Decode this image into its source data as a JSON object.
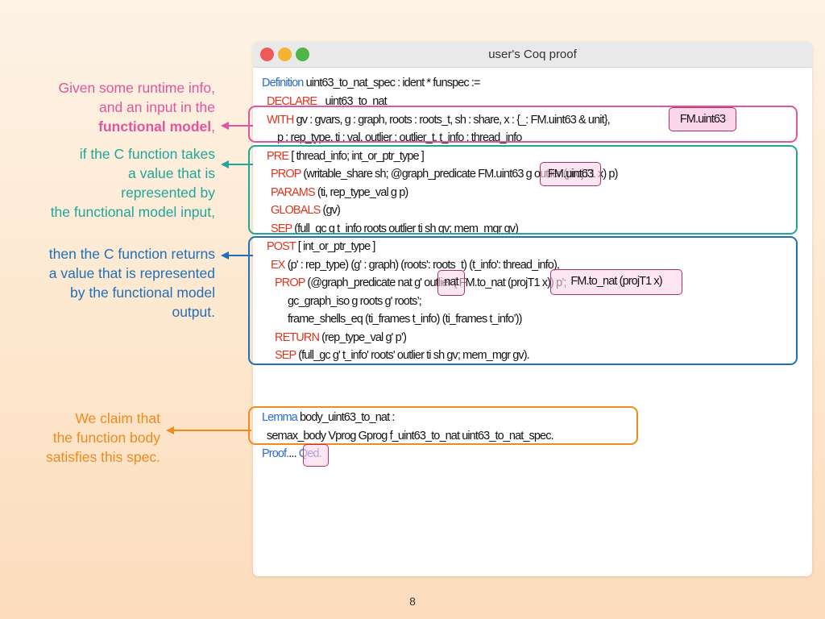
{
  "annotations": {
    "model": {
      "line1": "Given some runtime info,",
      "line2": "and an input in the",
      "line3_bold": "functional model",
      "line3_tail": ","
    },
    "input": {
      "line1": "if the C function takes",
      "line2": "a value that is",
      "line3": "represented by",
      "line4": "the functional model input,"
    },
    "output": {
      "line1": "then the C function returns",
      "line2": "a value that is represented",
      "line3": "by the functional model",
      "line4": "output."
    },
    "claim": {
      "line1": "We claim that",
      "line2": "the function body",
      "line3": "satisfies this spec."
    }
  },
  "window": {
    "title": "user's Coq proof"
  },
  "code": {
    "l1_kw": "Definition",
    "l1": "uint63_to_nat_spec : ident * funspec :=",
    "l2_kw": "DECLARE",
    "l2": "_uint63_to_nat",
    "l3_kw": "WITH",
    "l3": "gv : gvars, g : graph, roots : roots_t, sh : share, x : {_: FM.uint63 & unit},",
    "l4": "p : rep_type, ti : val, outlier : outlier_t, t_info : thread_info",
    "l5_kw": "PRE",
    "l5": "[ thread_info; int_or_ptr_type ]",
    "l6_kw": "PROP",
    "l6": "(writable_share sh; @graph_predicate FM.uint63 g outlier (projT1 x) p)",
    "l7_kw": "PARAMS",
    "l7": "(ti, rep_type_val g p)",
    "l8_kw": "GLOBALS",
    "l8": "(gv)",
    "l9_kw": "SEP",
    "l9": "(full_gc g t_info roots outlier ti sh gv; mem_mgr gv)",
    "l10_kw": "POST",
    "l10": "[ int_or_ptr_type ]",
    "l11_kw": "EX",
    "l11": "(p' : rep_type) (g' : graph) (roots': roots_t) (t_info': thread_info),",
    "l12_kw": "PROP",
    "l12": "(@graph_predicate nat g' outlier ( FM.to_nat (projT1 x)) p’;",
    "l13": "gc_graph_iso g roots g' roots’;",
    "l14": "frame_shells_eq (ti_frames t_info) (ti_frames t_info’))",
    "l15_kw": "RETURN",
    "l15": "(rep_type_val g' p’)",
    "l16_kw": "SEP",
    "l16": "(full_gc g' t_info' roots' outlier ti sh gv; mem_mgr gv).",
    "lemma_kw": "Lemma",
    "lemma": "body_uint63_to_nat :",
    "lemma2": "semax_body Vprog Gprog f_uint63_to_nat uint63_to_nat_spec.",
    "proof_kw": "Proof.",
    "proof_dots": "...",
    "qed": "Qed."
  },
  "highlights": {
    "fm_uint63": "FM.uint63",
    "fm_uint63_overlay": "FM.uint63",
    "nat_left": "nat",
    "nat_overlay": "FM.to_nat (projT1 x)"
  },
  "page_number": "8",
  "colors": {
    "pink": "#e0559e",
    "teal": "#1fa79a",
    "blue": "#1f70b8",
    "orange": "#f08a1c",
    "keyword_red": "#e2341d",
    "keyword_blue": "#2a6ad1"
  }
}
